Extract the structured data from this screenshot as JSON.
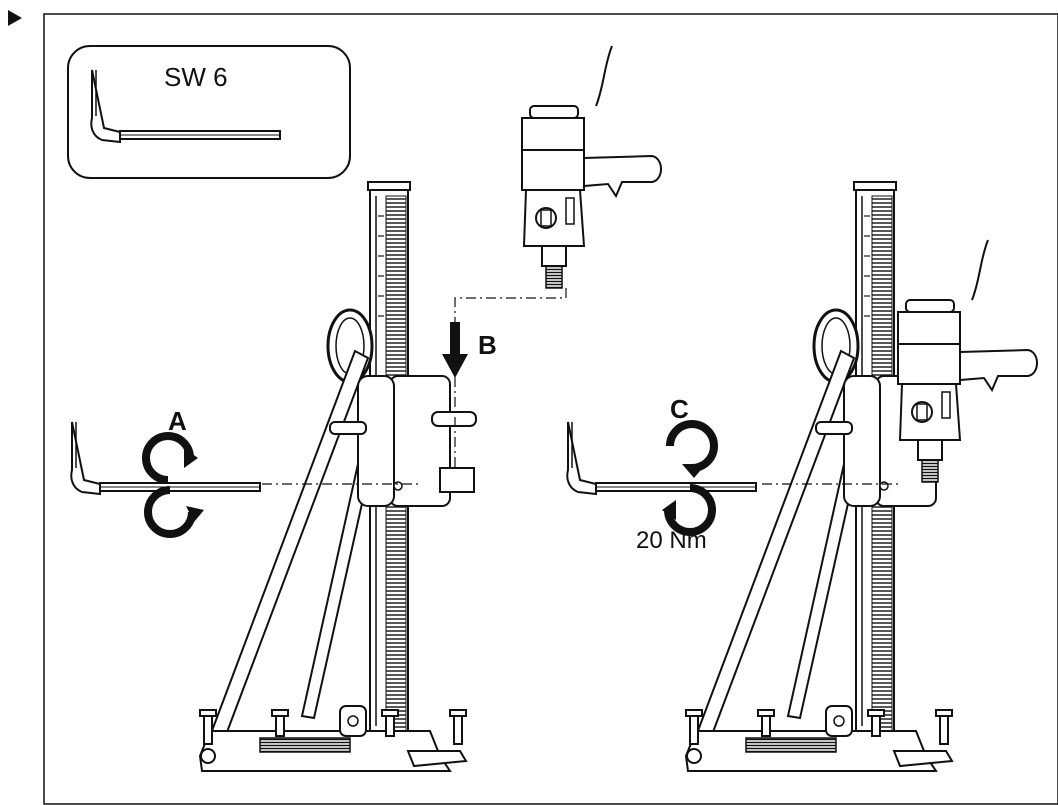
{
  "marker_icon": "triangle-bullet-icon",
  "tool_box": {
    "label": "SW 6",
    "icon": "hex-key-icon"
  },
  "step_a": {
    "label": "A",
    "icon": "rotate-loosen-icon"
  },
  "step_b": {
    "label": "B",
    "icon": "arrow-down-icon"
  },
  "step_c": {
    "label": "C",
    "icon": "rotate-tighten-icon",
    "torque": "20 Nm"
  },
  "colors": {
    "ink": "#111111",
    "paper": "#ffffff"
  }
}
